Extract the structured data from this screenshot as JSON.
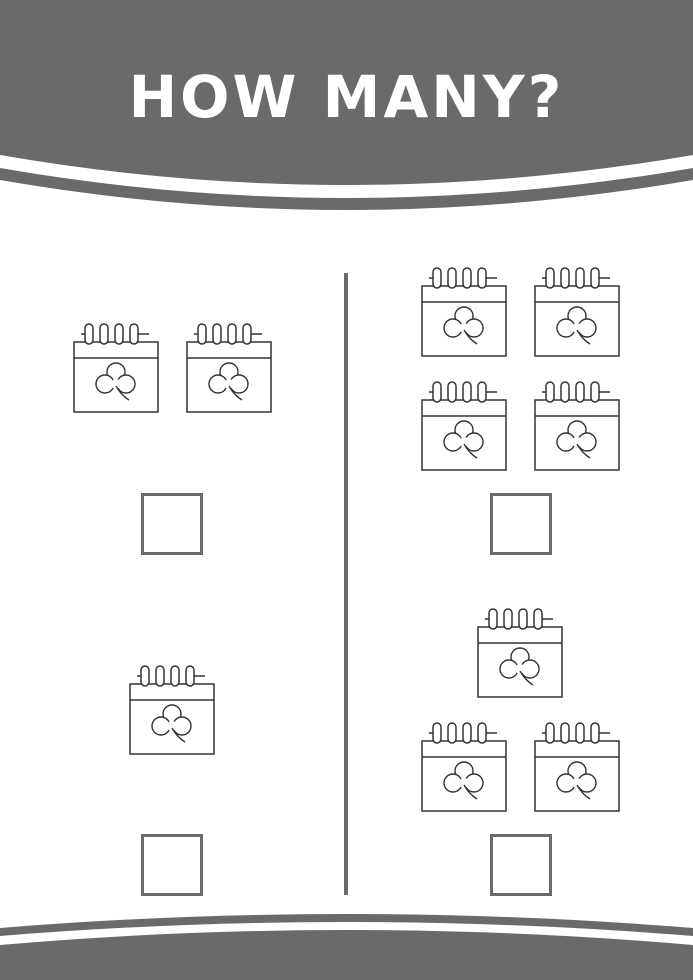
{
  "header": {
    "title": "HOW MANY?"
  },
  "colors": {
    "band": "#6a6a6a",
    "line": "#333333",
    "paper": "#ffffff"
  },
  "groups": [
    {
      "id": "top-left",
      "calendar_count": 2
    },
    {
      "id": "top-right",
      "calendar_count": 4
    },
    {
      "id": "bottom-left",
      "calendar_count": 1
    },
    {
      "id": "bottom-right",
      "calendar_count": 3
    }
  ],
  "icons": {
    "calendar": "calendar-shamrock-icon"
  }
}
